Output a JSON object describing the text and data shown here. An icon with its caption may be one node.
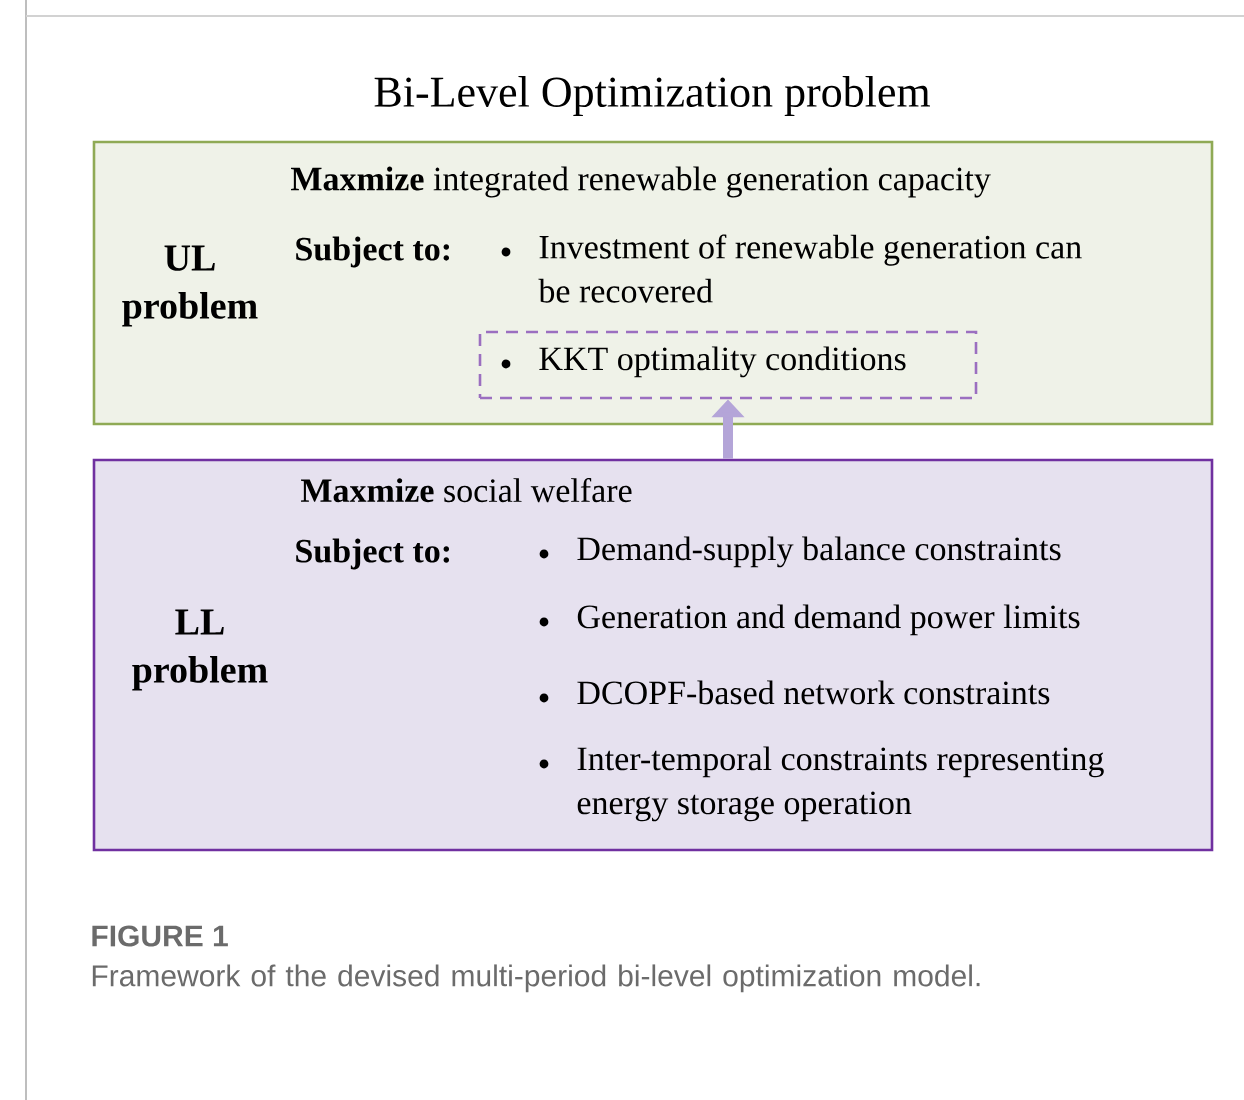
{
  "diagram": {
    "title": "Bi-Level Optimization problem",
    "caption": "Framework of the devised multi-period bi-level optimization model.",
    "nodes": [
      {
        "text": [
          "UL problem",
          "**Maxmize** integrated renewable generation capacity",
          "Subject to:",
          "Investment of renewable generation can be recovered"
        ]
      },
      {
        "text": [
          "KKT optimality conditions"
        ],
        "in": 0
      },
      {
        "text": [
          "LL problem",
          "**Maxmize** social welfare",
          "Subject to:",
          "Demand-supply balance constraints",
          "Generation and demand power limits",
          "DCOPF-based network constraints",
          "Inter-temporal constraints representing energy storage operation"
        ]
      }
    ],
    "edges": [
      {
        "from": 2,
        "to": 1,
        "arrow": "to"
      }
    ],
    "labels": [
      "FIGURE 1"
    ]
  }
}
